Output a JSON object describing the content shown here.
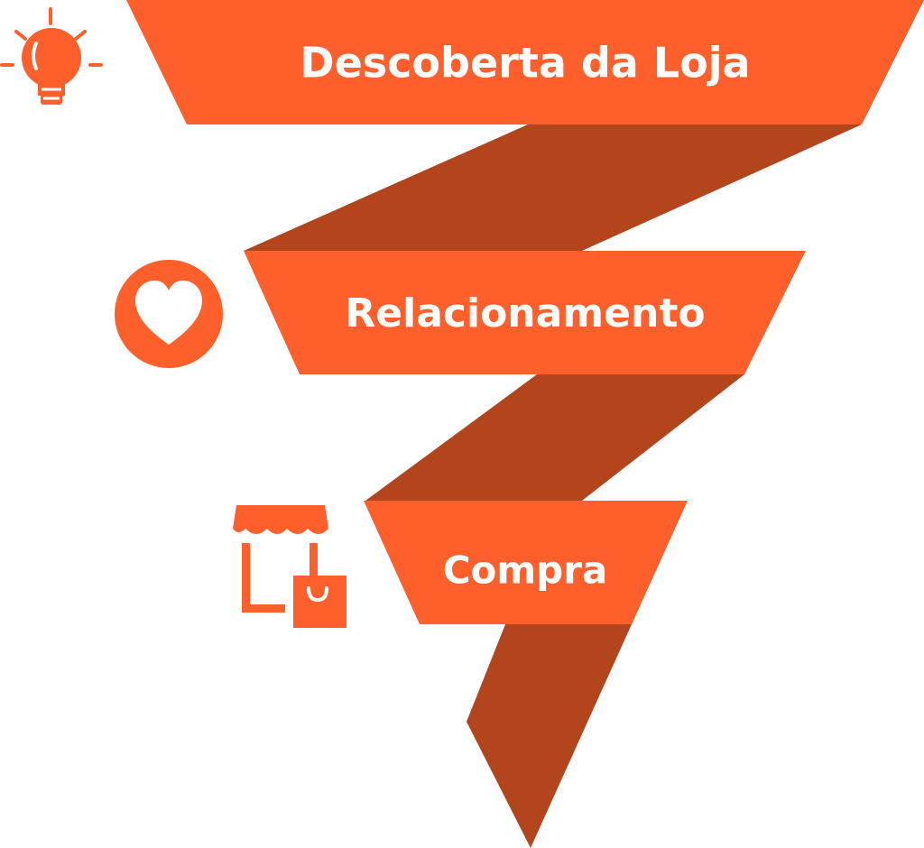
{
  "funnel": {
    "colors": {
      "band": "#FF5F2A",
      "ribbon": "#B3451D",
      "icon": "#FF5F2A",
      "text": "#FFFFFF",
      "background": "#FFFFFF"
    },
    "stages": [
      {
        "label": "Descoberta da Loja",
        "icon": "lightbulb-icon"
      },
      {
        "label": "Relacionamento",
        "icon": "heart-icon"
      },
      {
        "label": "Compra",
        "icon": "storefront-shopping-bag-icon"
      }
    ]
  }
}
